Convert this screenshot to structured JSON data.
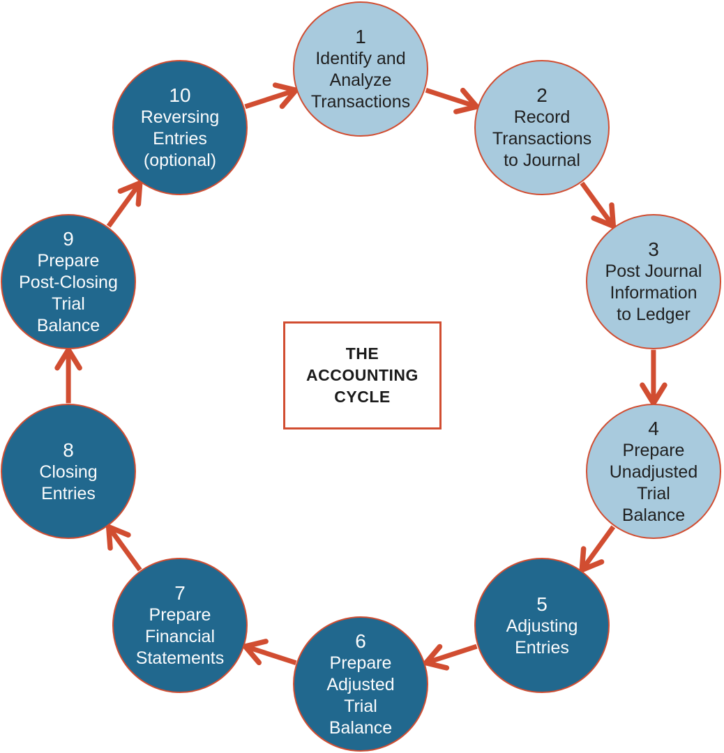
{
  "title": {
    "lines": "THE\nACCOUNTING\nCYCLE"
  },
  "diagram_type": "circular-process-cycle",
  "colors": {
    "light_blue": "#A8CADD",
    "dark_blue": "#21688E",
    "accent_red": "#D14D31",
    "dark_text": "#1F1F1F",
    "light_text": "#FFFFFF"
  },
  "nodes": [
    {
      "number": "1",
      "label": "Identify and\nAnalyze\nTransactions",
      "tone": "light"
    },
    {
      "number": "2",
      "label": "Record\nTransactions\nto Journal",
      "tone": "light"
    },
    {
      "number": "3",
      "label": "Post Journal\nInformation\nto Ledger",
      "tone": "light"
    },
    {
      "number": "4",
      "label": "Prepare\nUnadjusted\nTrial\nBalance",
      "tone": "light"
    },
    {
      "number": "5",
      "label": "Adjusting\nEntries",
      "tone": "dark"
    },
    {
      "number": "6",
      "label": "Prepare\nAdjusted\nTrial\nBalance",
      "tone": "dark"
    },
    {
      "number": "7",
      "label": "Prepare\nFinancial\nStatements",
      "tone": "dark"
    },
    {
      "number": "8",
      "label": "Closing\nEntries",
      "tone": "dark"
    },
    {
      "number": "9",
      "label": "Prepare\nPost-Closing\nTrial\nBalance",
      "tone": "dark"
    },
    {
      "number": "10",
      "label": "Reversing\nEntries\n(optional)",
      "tone": "dark"
    }
  ],
  "edges": [
    {
      "from": "1",
      "to": "2"
    },
    {
      "from": "2",
      "to": "3"
    },
    {
      "from": "3",
      "to": "4"
    },
    {
      "from": "4",
      "to": "5"
    },
    {
      "from": "5",
      "to": "6"
    },
    {
      "from": "6",
      "to": "7"
    },
    {
      "from": "7",
      "to": "8"
    },
    {
      "from": "8",
      "to": "9"
    },
    {
      "from": "9",
      "to": "10"
    },
    {
      "from": "10",
      "to": "1"
    }
  ]
}
